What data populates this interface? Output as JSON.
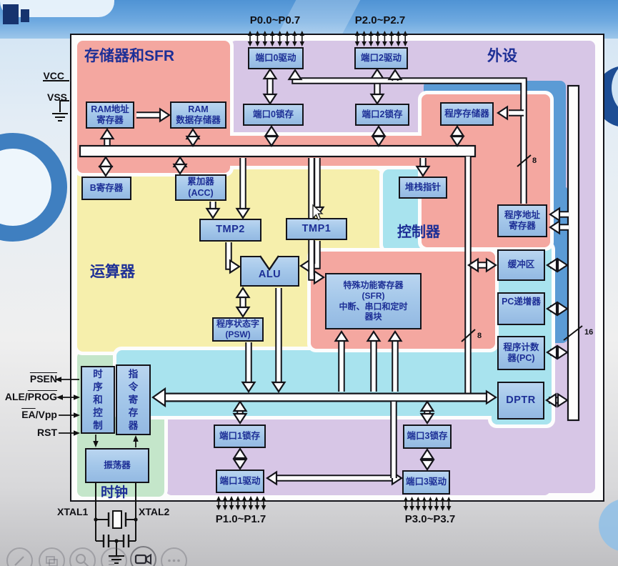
{
  "regions": {
    "memory_sfr": "存储器和SFR",
    "peripherals": "外设",
    "arithmetic": "运算器",
    "controller": "控制器",
    "clock": "时钟"
  },
  "blocks": {
    "port0_driver": "端口0驱动",
    "port2_driver": "端口2驱动",
    "port0_latch": "端口0锁存",
    "port2_latch": "端口2锁存",
    "prog_mem": "程序存储器",
    "ram_addr": "RAM地址\n寄存器",
    "ram_data": "RAM\n数据存储器",
    "b_reg": "B寄存器",
    "acc": "累加器\n(ACC)",
    "stack_ptr": "堆栈指针",
    "prog_addr": "程序地址\n寄存器",
    "tmp2": "TMP2",
    "tmp1": "TMP1",
    "alu": "ALU",
    "buffer": "缓冲区",
    "sfr": "特殊功能寄存器\n(SFR)\n中断、串口和定时\n器块",
    "pc_inc": "PC递增器",
    "psw": "程序状态字\n(PSW)",
    "pc": "程序计数\n器(PC)",
    "dptr": "DPTR",
    "timing": "时\n序\n和\n控\n制",
    "instr": "指\n令\n寄\n存\n器",
    "osc": "振荡器",
    "port1_latch": "端口1锁存",
    "port1_driver": "端口1驱动",
    "port3_latch": "端口3锁存",
    "port3_driver": "端口3驱动"
  },
  "outside": {
    "p0": "P0.0~P0.7",
    "p2": "P2.0~P2.7",
    "p1": "P1.0~P1.7",
    "p3": "P3.0~P3.7",
    "vcc": "VCC",
    "vss": "VSS",
    "psen": {
      "over": "PSEN"
    },
    "ale": {
      "pre": "ALE/",
      "over": "PROG"
    },
    "ea": {
      "over": "EA",
      "post": "/Vpp"
    },
    "rst": "RST",
    "xtal1": "XTAL1",
    "xtal2": "XTAL2"
  },
  "bus_widths": {
    "w8_bus": "8",
    "w8_addr": "8",
    "w16": "16"
  },
  "player_icons": [
    "pencil",
    "copy",
    "magnifier",
    "notes",
    "camera",
    "more"
  ],
  "colors": {
    "banner_blue": "#4f93d4",
    "region_pink": "#f4a7a0",
    "region_yellow": "#f6efac",
    "region_cyan": "#a8e3ee",
    "region_purple": "#d7c6e6",
    "region_green": "#c4e6ca",
    "shadow_blue": "#5b9bd5",
    "block_fill": "#a5c8ea",
    "block_text": "#1d2f96"
  }
}
